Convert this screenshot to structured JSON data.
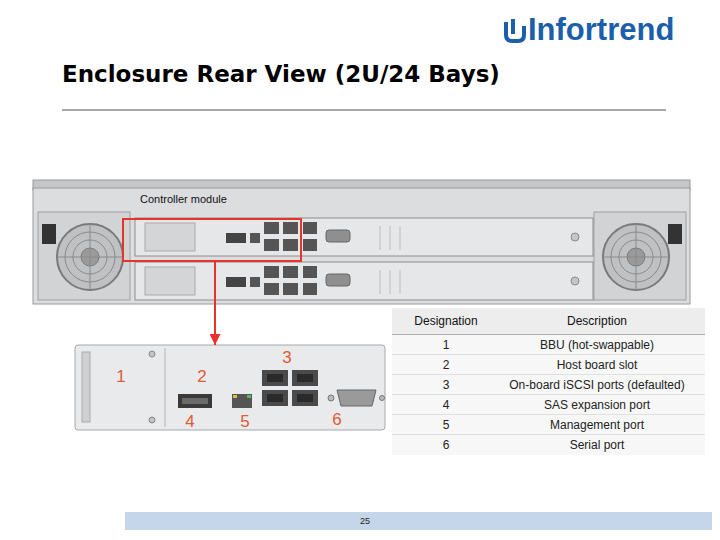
{
  "diagram": {
    "title": "Enclosure Rear View (2U/24 Bays)",
    "nodes": [
      {
        "text": [
          "Controller module"
        ]
      },
      {
        "text": [
          "1",
          "2",
          "3",
          "4",
          "5",
          "6"
        ]
      }
    ],
    "edges": [
      {
        "from": 0,
        "to": 1,
        "arrow": "to"
      }
    ],
    "labels": [
      "Infortrend",
      "Designation",
      "Description",
      "1",
      "BBU (hot-swappable)",
      "2",
      "Host board slot",
      "3",
      "On-board iSCSI ports (defaulted)",
      "4",
      "SAS expansion port",
      "5",
      "Management port",
      "6",
      "Serial port",
      "25"
    ]
  }
}
